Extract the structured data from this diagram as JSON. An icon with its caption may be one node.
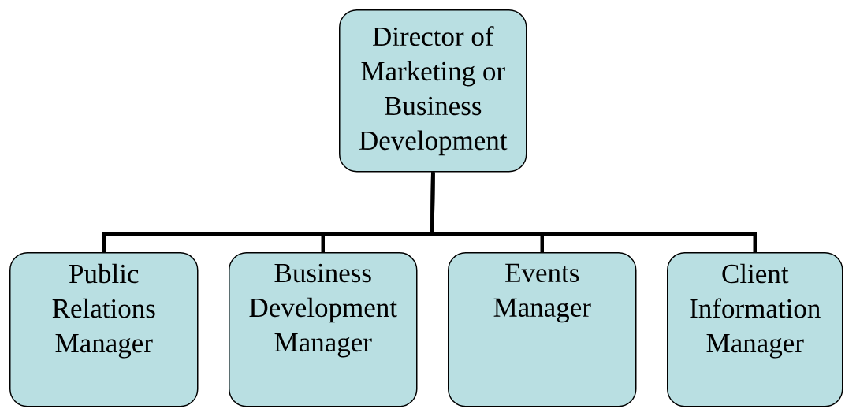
{
  "diagram": {
    "nodes": [
      {
        "text": [
          "Director of Marketing or Business Development"
        ]
      },
      {
        "text": [
          "Public Relations Manager"
        ]
      },
      {
        "text": [
          "Business Development Manager"
        ]
      },
      {
        "text": [
          "Events Manager"
        ]
      },
      {
        "text": [
          "Client Information Manager"
        ]
      }
    ],
    "edges": [
      {
        "from": 0,
        "to": 1,
        "arrow": "none"
      },
      {
        "from": 0,
        "to": 2,
        "arrow": "none"
      },
      {
        "from": 0,
        "to": 3,
        "arrow": "none"
      },
      {
        "from": 0,
        "to": 4,
        "arrow": "none"
      }
    ]
  }
}
